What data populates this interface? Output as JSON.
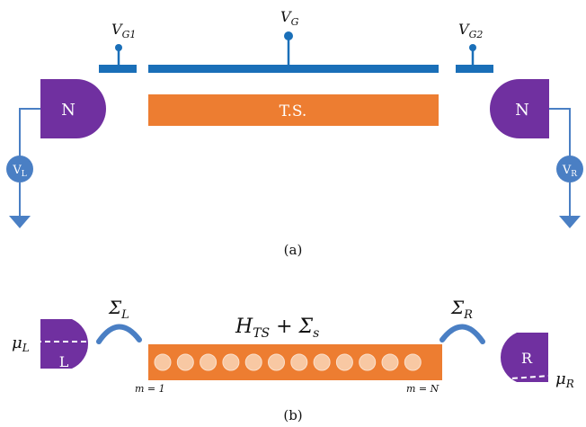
{
  "colors": {
    "blue": "#1a6fb8",
    "blue_light": "#4a7fc4",
    "purple": "#7030a0",
    "orange": "#ed7d31",
    "white": "#ffffff",
    "black": "#111111"
  },
  "panel_a": {
    "caption": "(a)",
    "gate_label": {
      "base": "V",
      "sub": "G"
    },
    "gate1_label": {
      "base": "V",
      "sub": "G1"
    },
    "gate2_label": {
      "base": "V",
      "sub": "G2"
    },
    "left_lead": "N",
    "right_lead": "N",
    "ts_label": "T.S.",
    "left_source": {
      "base": "V",
      "sub": "L"
    },
    "right_source": {
      "base": "V",
      "sub": "R"
    }
  },
  "panel_b": {
    "caption": "(b)",
    "left_lead": "L",
    "right_lead": "R",
    "sigma_left": {
      "base": "Σ",
      "sub": "L"
    },
    "sigma_right": {
      "base": "Σ",
      "sub": "R"
    },
    "mu_left": {
      "base": "μ",
      "sub": "L"
    },
    "mu_right": {
      "base": "μ",
      "sub": "R"
    },
    "hamiltonian": {
      "h": "H",
      "h_sub": "TS",
      "plus": " + ",
      "s": "Σ",
      "s_sub": "s"
    },
    "site_first": "m = 1",
    "site_last": "m = N",
    "site_count": 12
  }
}
